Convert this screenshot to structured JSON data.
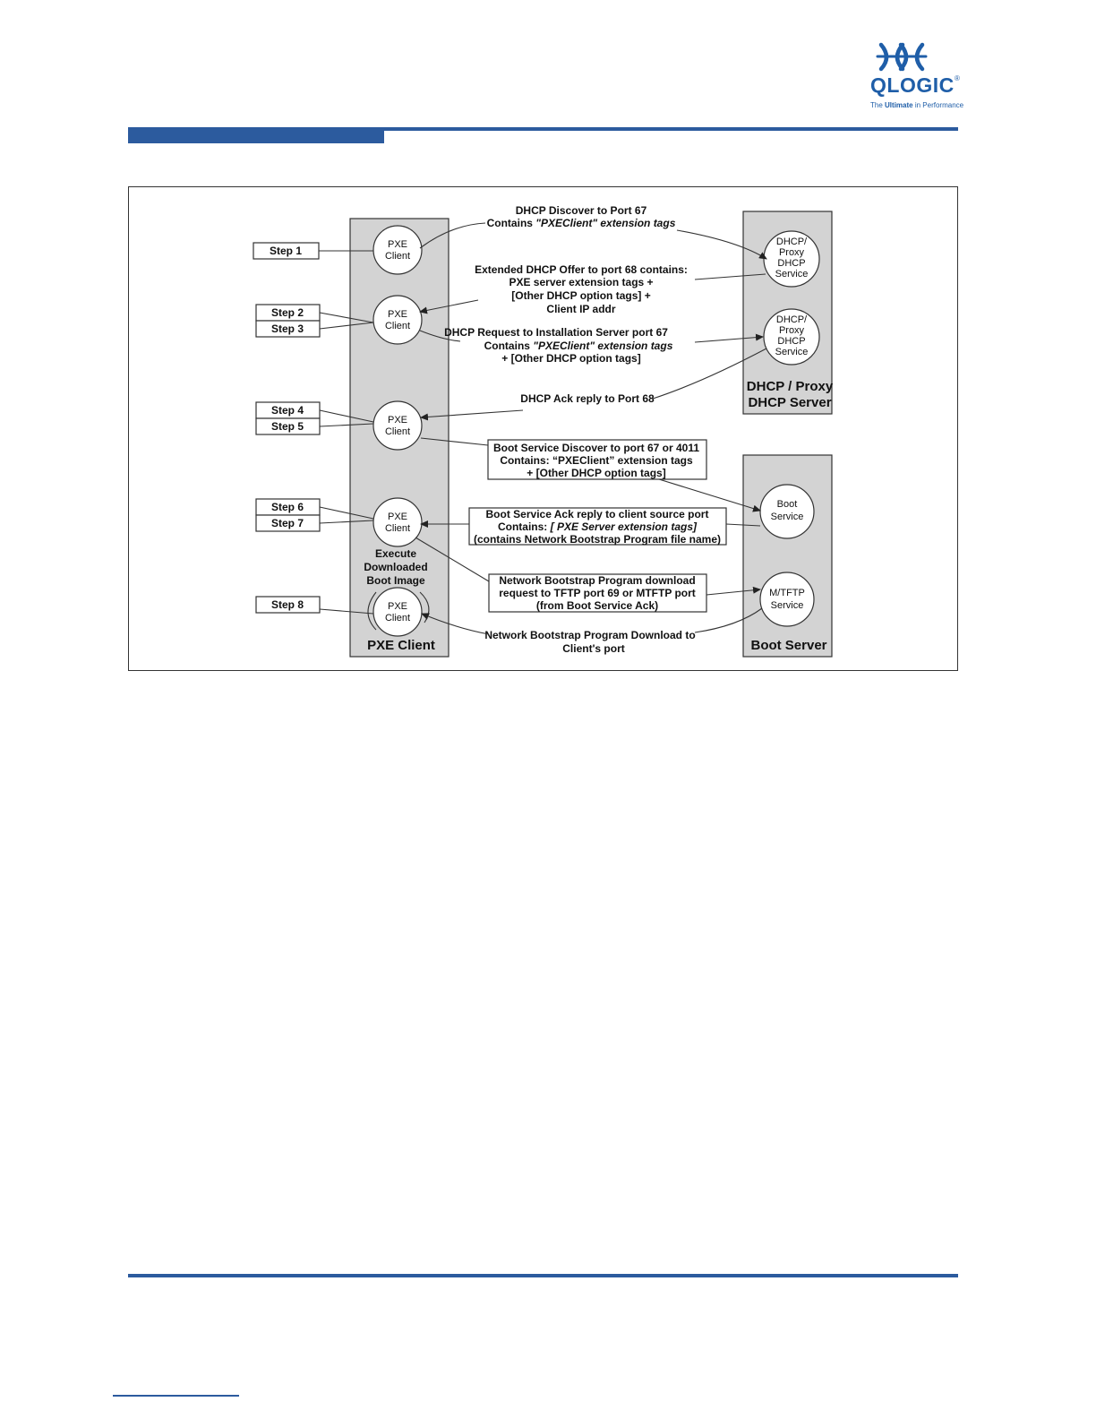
{
  "header": {
    "logo": {
      "icon": "qlogic-logo-icon",
      "wordmark": "QLOGIC",
      "registered": "®",
      "tagline_prefix": "The",
      "tagline_bold": "Ultimate",
      "tagline_mid": "in",
      "tagline_suffix": "Performance",
      "color": "#1f5ea8"
    },
    "bar_color": "#2c5b9e"
  },
  "diagram": {
    "lanes": {
      "pxe_client": "PXE Client",
      "dhcp_server_line1": "DHCP / Proxy",
      "dhcp_server_line2": "DHCP Server",
      "boot_server": "Boot Server"
    },
    "steps": [
      "Step 1",
      "Step 2",
      "Step 3",
      "Step 4",
      "Step 5",
      "Step 6",
      "Step 7",
      "Step 8"
    ],
    "nodes": {
      "pxe_client_line1": "PXE",
      "pxe_client_line2": "Client",
      "dhcp_service_lines": [
        "DHCP/",
        "Proxy",
        "DHCP",
        "Service"
      ],
      "boot_service_lines": [
        "Boot",
        "Service"
      ],
      "tftp_service_lines": [
        "M/TFTP",
        "Service"
      ]
    },
    "execute_label": [
      "Execute",
      "Downloaded",
      "Boot Image"
    ],
    "messages": {
      "dhcp_discover": {
        "line1": "DHCP Discover to Port 67",
        "line2_prefix": "Contains ",
        "line2_italic": "\"PXEClient\" extension tags"
      },
      "dhcp_offer": [
        "Extended DHCP Offer to port 68 contains:",
        "PXE server extension tags +",
        "[Other DHCP option tags] +",
        "Client IP addr"
      ],
      "dhcp_request": {
        "line1": "DHCP Request to Installation Server port 67",
        "line2_prefix": "Contains ",
        "line2_italic": "\"PXEClient\" extension tags",
        "line3": "+ [Other DHCP option tags]"
      },
      "dhcp_ack": "DHCP Ack reply to Port 68",
      "boot_discover": [
        "Boot Service Discover to port 67 or 4011",
        "Contains: “PXEClient” extension tags",
        "+ [Other DHCP option tags]"
      ],
      "boot_ack": {
        "line1": "Boot Service Ack reply to client source port",
        "line2_prefix": "Contains: ",
        "line2_italic": "[ PXE Server extension tags]",
        "line3": "(contains Network Bootstrap Program file name)"
      },
      "nbp_request": [
        "Network Bootstrap Program download",
        "request to TFTP port 69 or MTFTP port",
        "(from Boot Service Ack)"
      ],
      "nbp_download": [
        "Network Bootstrap Program Download to",
        "Client's port"
      ]
    }
  }
}
